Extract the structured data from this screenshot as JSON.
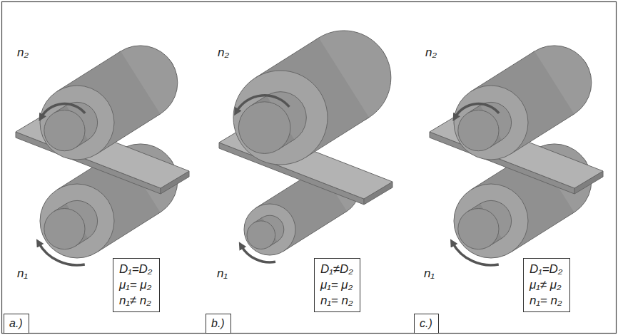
{
  "diagram": {
    "nodes": [
      {
        "text": [
          "D₁=D₂",
          "μ₁= μ₂",
          "n₁≠ n₂"
        ]
      },
      {
        "text": [
          "D₁≠D₂",
          "μ₁= μ₂",
          "n₁= n₂"
        ]
      },
      {
        "text": [
          "D₁=D₂",
          "μ₁≠ μ₂",
          "n₁= n₂"
        ]
      },
      {
        "text": [
          "a.)"
        ]
      },
      {
        "text": [
          "b.)"
        ]
      },
      {
        "text": [
          "c.)"
        ]
      }
    ],
    "labels": [
      "n₂",
      "n₂",
      "n₂",
      "n₁",
      "n₁",
      "n₁"
    ]
  }
}
